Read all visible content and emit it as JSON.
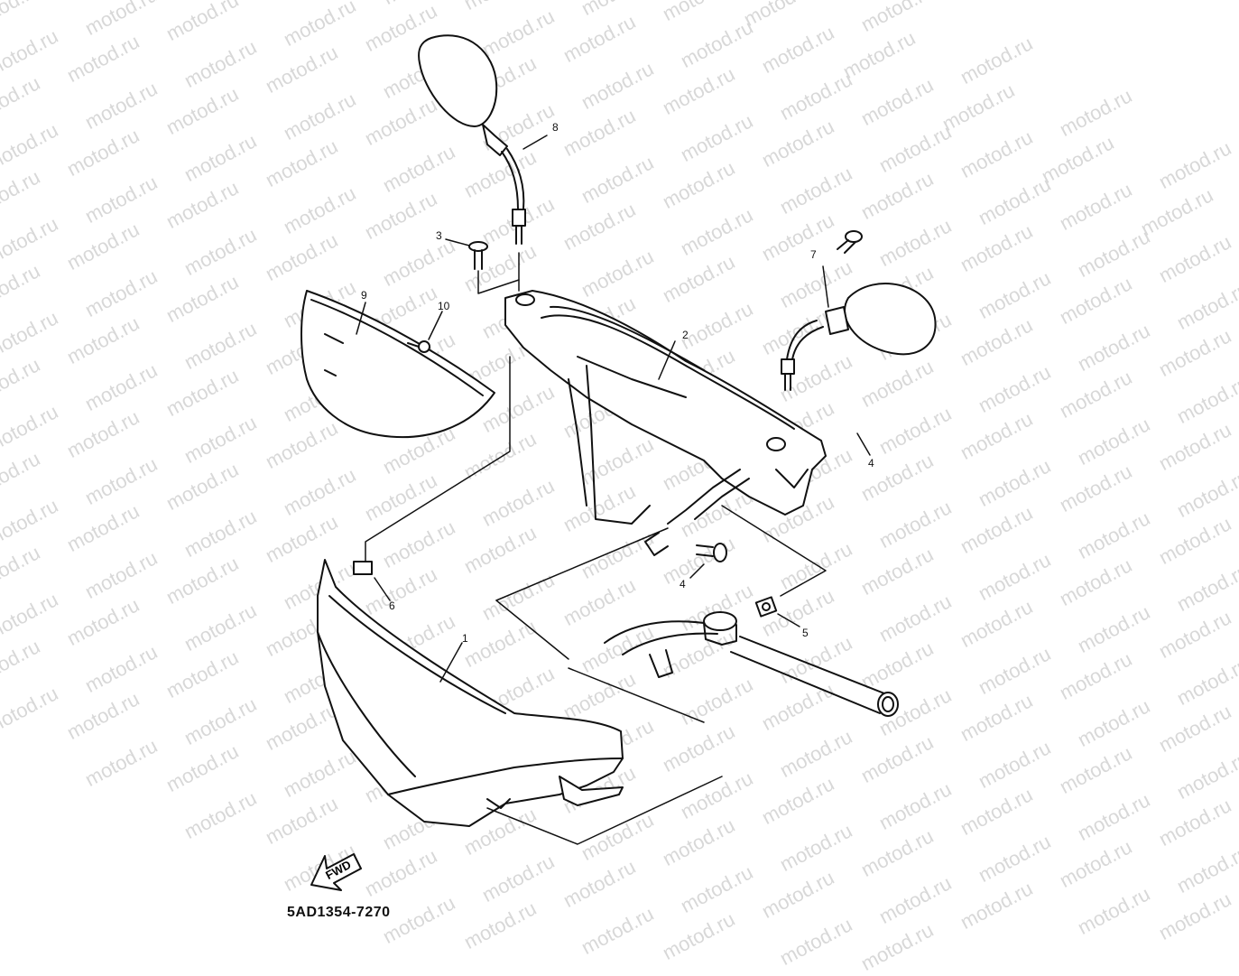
{
  "diagram": {
    "drawing_code": "5AD1354-7270",
    "fwd_label": "FWD",
    "watermark_text": "motod.ru",
    "parts": [
      {
        "number": "1",
        "name": "front-cover"
      },
      {
        "number": "2",
        "name": "handlebar-cover"
      },
      {
        "number": "3",
        "name": "screw"
      },
      {
        "number": "4",
        "name": "bolt-right"
      },
      {
        "number": "4",
        "name": "bolt-lower"
      },
      {
        "number": "5",
        "name": "nut"
      },
      {
        "number": "6",
        "name": "nut-clip"
      },
      {
        "number": "7",
        "name": "mirror-right"
      },
      {
        "number": "8",
        "name": "mirror-left"
      },
      {
        "number": "9",
        "name": "meter-lens"
      },
      {
        "number": "10",
        "name": "lens-screw"
      }
    ]
  }
}
